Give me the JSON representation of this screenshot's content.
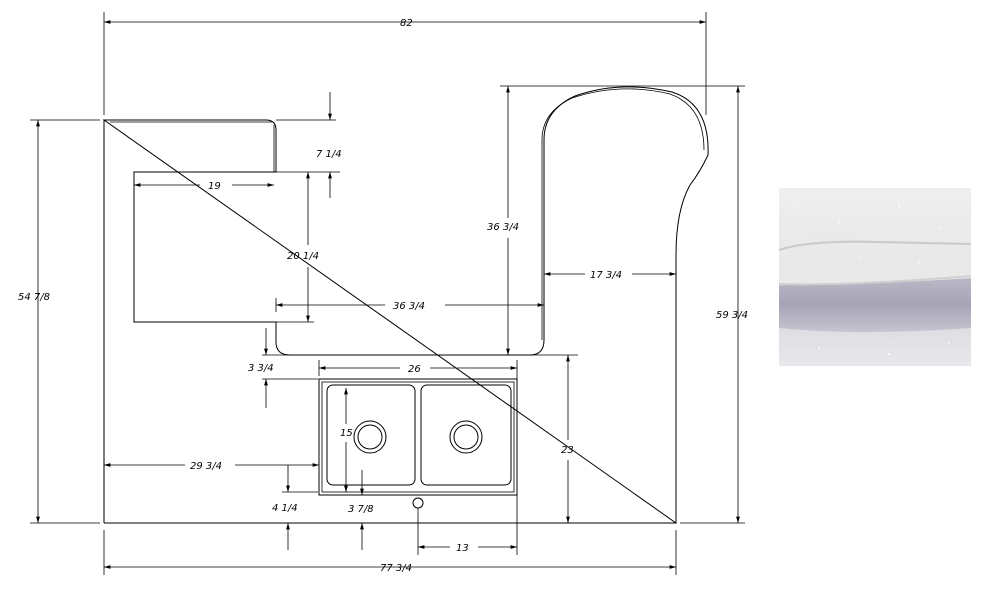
{
  "dimensions": {
    "overall_width": "82",
    "base_width": "77 3/4",
    "left_height": "54 7/8",
    "right_height": "59 3/4",
    "peninsula_depth": "7 1/4",
    "peninsula_length": "19",
    "peninsula_width": "20 1/4",
    "run_width": "36 3/4",
    "return_height": "36 3/4",
    "return_width": "17 3/4",
    "sink_width": "26",
    "sink_back_offset": "3 3/4",
    "sink_side_offset": "29 3/4",
    "bowl_depth": "15",
    "front_depth": "23",
    "front_edge_left": "4 1/4",
    "front_edge_right": "3 7/8",
    "faucet_offset": "13"
  },
  "sample": {
    "name": "countertop-edge-sample",
    "colors": {
      "stone": "#e6e6e6",
      "edge_shadow": "#a6a3b6"
    }
  }
}
